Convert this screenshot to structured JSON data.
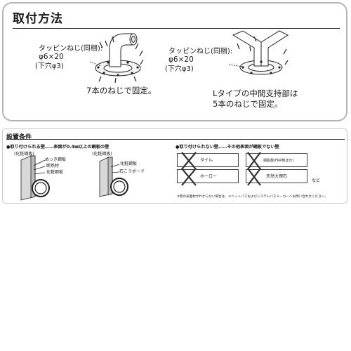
{
  "section1": {
    "title": "取付方法",
    "left": {
      "screw_label": "タッピンねじ(同梱):",
      "screw_size": "φ6×20",
      "pilot_hole": "(下穴φ3)",
      "caption": "7本のねじで固定。"
    },
    "right": {
      "screw_label": "タッピンねじ(同梱):",
      "screw_size": "φ6×20",
      "pilot_hole": "(下穴φ3)",
      "caption_line1": "Lタイプの中間支持部は",
      "caption_line2": "5本のねじで固定。"
    }
  },
  "section2": {
    "title": "設置条件",
    "ok_heading": "●取り付けられる壁……表面が0.4㎜以上の鋼板の壁",
    "ng_heading": "●取り付けられない壁……その他表面が鋼板でない壁",
    "wall_a": {
      "top_label": "(化粧鋼板)",
      "layers": [
        "めっき鋼板",
        "断熱材",
        "化粧鋼板"
      ]
    },
    "wall_b": {
      "top_label": "(化粧鋼板)",
      "layers": [
        "化粧鋼板",
        "石こうボード"
      ]
    },
    "ng_items": [
      "タイル",
      "樹脂板(FRP板ほか)",
      "ホーロー",
      "天然大理石"
    ],
    "etc": "など",
    "note": "※壁の表面材がわからない場合は、ユニットバスおよびシステムバスメーカーへお問い合わせください。"
  }
}
